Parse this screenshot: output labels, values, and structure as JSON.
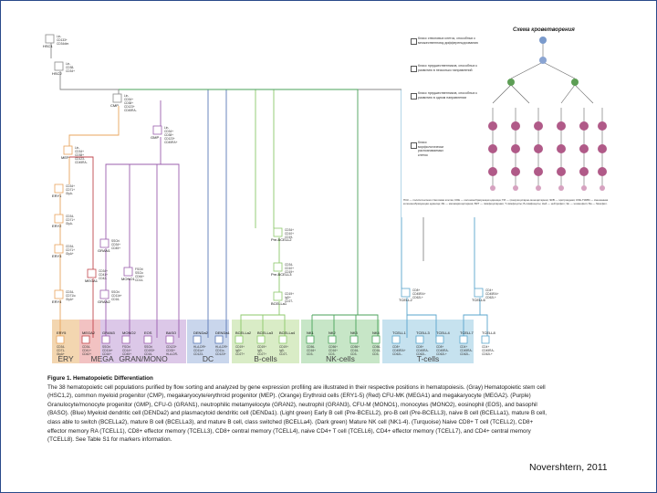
{
  "figure": {
    "caption_title": "Figure 1. Hematopoietic Differentiation",
    "caption_text": "The 38 hematopoietic cell populations purified by flow sorting and analyzed by gene expression profiling are illustrated in their respective positions in hematopoiesis. (Gray) Hematopoietic stem cell (HSC1,2), common myeloid progenitor (CMP), megakaryocyte/erythroid progenitor (MEP). (Orange) Erythroid cells (ERY1-5) (Red) CFU-MK (MEGA1) and megakaryocyte (MEGA2). (Purple) Granulocyte/monocyte progenitor (GMP), CFU-G (GRAN1), neutrophilic metamyelocyte (GRAN2), neutrophil (GRAN3), CFU-M (MONO1), monocytes (MONO2), eosinophil (EOS), and basophil (BASO). (Blue) Myeloid dendritic cell (DENDa2) and plasmacytoid dendritic cell (DENDa1). (Light green) Early B cell (Pre-BCELL2), pro-B cell (Pre-BCELL3), naive B cell (BCELLa1), mature B cell, class able to switch (BCELLa2), mature B cell (BCELLa3), and mature B cell, class switched (BCELLa4). (Dark green) Mature NK cell (NK1-4). (Turquoise) Naive CD8+ T cell (TCELL2), CD8+ effector memory RA (TCELL1), CD8+ effector memory (TCELL3), CD8+ central memory (TCELL4), naive CD4+ T cell (TCELL6), CD4+ effector memory (TCELL7), and CD4+ central memory (TCELL8). See Table S1 for markers information.",
    "credit": "Novershtern, 2011"
  },
  "tree": {
    "nodes": [
      {
        "id": "HSC1",
        "markers": [
          "Lin-",
          "CD133+",
          "CD34dim"
        ]
      },
      {
        "id": "HSC2",
        "markers": [
          "Lin-",
          "CD38-",
          "CD34+"
        ]
      },
      {
        "id": "CMP",
        "markers": [
          "Lin-",
          "CD34+",
          "CD38+",
          "CD123+",
          "CD45RA-"
        ]
      },
      {
        "id": "GMP",
        "markers": [
          "Lin-",
          "CD34+",
          "CD38+",
          "CD123+",
          "CD45RA+"
        ]
      },
      {
        "id": "MEP",
        "markers": [
          "Lin-",
          "CD34+",
          "CD38+",
          "CD123-",
          "CD45RA-"
        ]
      },
      {
        "id": "ERY1",
        "markers": [
          "CD34+",
          "CD71+",
          "GlyA-"
        ]
      },
      {
        "id": "ERY2",
        "markers": [
          "CD34-",
          "CD71+",
          "GlyA-"
        ]
      },
      {
        "id": "ERY3",
        "markers": [
          "CD34-",
          "CD71+",
          "GlyA+"
        ]
      },
      {
        "id": "ERY4",
        "markers": [
          "CD34-",
          "CD71lo",
          "GlyA+"
        ]
      },
      {
        "id": "MEGA1",
        "markers": [
          "CD34+",
          "CD41+",
          "CD42-"
        ]
      },
      {
        "id": "GRAN1",
        "markers": [
          "SSChi",
          "CD34+",
          "CD45+"
        ]
      },
      {
        "id": "GRAN2",
        "markers": [
          "SSChi",
          "CD11b+",
          "CD16-"
        ]
      },
      {
        "id": "MONO1",
        "markers": [
          "FSChi",
          "SSClo",
          "CD64+",
          "CD14-"
        ]
      },
      {
        "id": "Pre-BCELL2",
        "markers": [
          "CD34+",
          "CD10+",
          "CD19-"
        ]
      },
      {
        "id": "Pre-BCELL3",
        "markers": [
          "CD34-",
          "CD10+",
          "CD19+"
        ]
      },
      {
        "id": "BCELLa1",
        "markers": [
          "CD19+",
          "IgD+",
          "CD27-"
        ]
      },
      {
        "id": "TCELL2",
        "markers": [
          "CD8+",
          "CD45RA+",
          "CD62L+"
        ]
      },
      {
        "id": "TCELL6",
        "markers": [
          "CD4+",
          "CD45RA+",
          "CD62L+"
        ]
      }
    ],
    "leaves": [
      {
        "id": "ERY5",
        "markers": [
          "CD34-",
          "CD71-",
          "GlyA+"
        ]
      },
      {
        "id": "MEGA2",
        "markers": [
          "CD34-",
          "CD41+",
          "CD42+"
        ]
      },
      {
        "id": "GRAN3",
        "markers": [
          "SSChi",
          "CD11b+",
          "CD16+"
        ]
      },
      {
        "id": "MONO2",
        "markers": [
          "FSChi",
          "CD14+",
          "CD45+"
        ]
      },
      {
        "id": "EOS",
        "markers": [
          "SSChi",
          "CD193+",
          "CD16-"
        ]
      },
      {
        "id": "BASO",
        "markers": [
          "CD123+",
          "CD33+",
          "HLA-DR-"
        ]
      },
      {
        "id": "DENDa2",
        "markers": [
          "HLA-DR+",
          "CD11c+",
          "CD123-"
        ]
      },
      {
        "id": "DENDa1",
        "markers": [
          "HLA-DR+",
          "CD11c-",
          "CD123+"
        ]
      },
      {
        "id": "BCELLa2",
        "markers": [
          "CD19+",
          "IgD+",
          "CD27+"
        ]
      },
      {
        "id": "BCELLa3",
        "markers": [
          "CD19+",
          "IgD-",
          "CD27+"
        ]
      },
      {
        "id": "BCELLa4",
        "markers": [
          "CD19+",
          "IgD-",
          "CD27-"
        ]
      },
      {
        "id": "NK1",
        "markers": [
          "CD56-",
          "CD16+",
          "CD3-"
        ]
      },
      {
        "id": "NK2",
        "markers": [
          "CD56+",
          "CD16+",
          "CD3-"
        ]
      },
      {
        "id": "NK3",
        "markers": [
          "CD56+",
          "CD16-",
          "CD3-"
        ]
      },
      {
        "id": "NK4",
        "markers": [
          "CD56-",
          "CD16-",
          "CD3-"
        ]
      },
      {
        "id": "TCELL1",
        "markers": [
          "CD8+",
          "CD45RA+",
          "CD62L-"
        ]
      },
      {
        "id": "TCELL3",
        "markers": [
          "CD8+",
          "CD45RA-",
          "CD62L-"
        ]
      },
      {
        "id": "TCELL4",
        "markers": [
          "CD8+",
          "CD45RA-",
          "CD62L+"
        ]
      },
      {
        "id": "TCELL7",
        "markers": [
          "CD4+",
          "CD45RA-",
          "CD62L-"
        ]
      },
      {
        "id": "TCELL8",
        "markers": [
          "CD4+",
          "CD45RA-",
          "CD62L+"
        ]
      }
    ],
    "groups": [
      {
        "label": "ERY",
        "color": "#f3d6b0"
      },
      {
        "label": "MEGA",
        "color": "#f2c2c2"
      },
      {
        "label": "GRAN/MONO",
        "color": "#dcc8e8"
      },
      {
        "label": "DC",
        "color": "#c9d6ec"
      },
      {
        "label": "B-cells",
        "color": "#d9ecc6"
      },
      {
        "label": "NK-cells",
        "color": "#c7e6c7"
      },
      {
        "label": "T-cells",
        "color": "#c6e2ef"
      }
    ],
    "colors": {
      "stem": "#8a8a8a",
      "ery": "#e8a45c",
      "mega": "#c0464c",
      "gran": "#9b5fae",
      "dc": "#5b78b5",
      "bcell": "#8cc86a",
      "nk": "#4aa25a",
      "tcell": "#5aa5cc"
    }
  },
  "inset": {
    "title": "Схема кроветворения",
    "legend": [
      "Класс стволовых клеток, способных к множественному дифференцированию",
      "Класс предшественников, способных к развитию в несколько направлений",
      "Класс предшественников, способных к развитию в одном направлении",
      "Класс морфологически распознаваемых клеток"
    ],
    "caption": "ПСК — полипотентная стволовая клетка; КОЕ — колониеобразующая единица; ГМ — гранулоцитарно-моноцитарная; ЭКВ — эритроидная; КОЕ-ГЭММ — смешанная колониеобразующая единица; Мк — мегакариоцитарная; ВКТ — лимфоцитарная; Т-лимфоциты; Б-лимфоциты; Ней — нейтрофил; Эо — эозинофил; Ба — базофил."
  }
}
